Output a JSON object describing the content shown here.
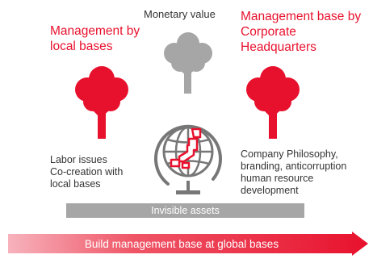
{
  "labels": {
    "monetary_value": "Monetary value",
    "local_heading": "Management by\nlocal bases",
    "hq_heading": "Management base by\nCorporate\nHeadquarters",
    "labor_issues": "Labor issues\nCo-creation with\nlocal bases",
    "company_philosophy": "Company Philosophy,\nbranding, anticorruption\nhuman resource\ndevelopment",
    "invisible_assets": "Invisible assets",
    "build_base": "Build management base at global bases"
  },
  "colors": {
    "red": "#e8112d",
    "grey_tree": "#a6a6a6",
    "grey_bar": "#a6a6a6",
    "text": "#333333"
  },
  "icons": {
    "left_tree": "tree-icon",
    "center_tree": "tree-icon",
    "right_tree": "tree-icon",
    "globe": "globe-icon"
  }
}
